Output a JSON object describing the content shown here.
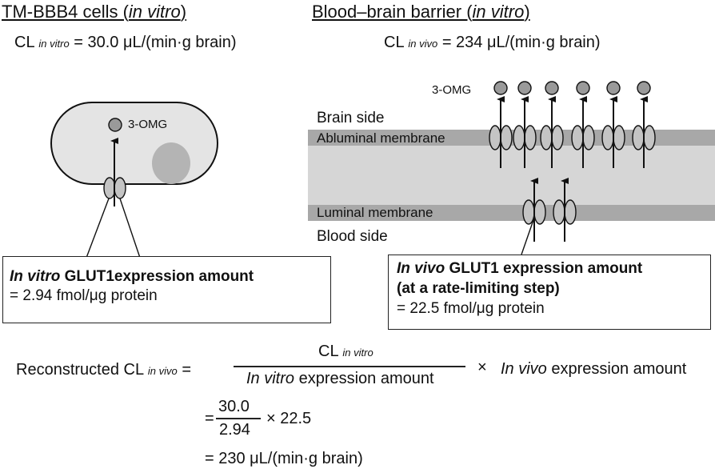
{
  "left_panel": {
    "title_main": "TM-BBB4 cells (",
    "title_ital": "in vitro",
    "title_end": ")",
    "cl_label": "CL",
    "cl_sub": "in vitro",
    "cl_value": "= 30.0 μL/(min·g brain)",
    "molecule_label": "3-OMG",
    "box_line1_ital": "In vitro",
    "box_line1_bold": " GLUT1expression amount",
    "box_line2": "= 2.94 fmol/μg protein"
  },
  "right_panel": {
    "title_main": "Blood–brain barrier (",
    "title_ital": "in vitro",
    "title_end": ")",
    "cl_label": "CL",
    "cl_sub": "in vivo",
    "cl_value": "= 234 μL/(min·g brain)",
    "molecule_label": "3-OMG",
    "brain_side": "Brain side",
    "abluminal": "Abluminal membrane",
    "luminal": "Luminal membrane",
    "blood_side": "Blood side",
    "box_line1_ital": "In vivo",
    "box_line1_bold": " GLUT1 expression amount",
    "box_line2": "(at a rate-limiting step)",
    "box_line3": "= 22.5 fmol/μg protein"
  },
  "equation": {
    "lhs": "Reconstructed CL",
    "lhs_sub": "in vivo",
    "equals": "=",
    "num_label": "CL",
    "num_sub": "in vitro",
    "den_ital": "In vitro",
    "den_rest": " expression amount",
    "times": "×",
    "rhs_ital": "In vivo",
    "rhs_rest": " expression amount",
    "step2_eq": "=",
    "step2_num": "30.0",
    "step2_den": "2.94",
    "step2_rest": "× 22.5",
    "result": "= 230 μL/(min·g brain)"
  },
  "colors": {
    "cell_fill": "#e4e4e4",
    "nucleus": "#b4b4b4",
    "membrane_band": "#a8a8a8",
    "interior_band": "#d6d6d6",
    "transporter": "#c4c4c4",
    "molecule": "#9a9a9a"
  }
}
